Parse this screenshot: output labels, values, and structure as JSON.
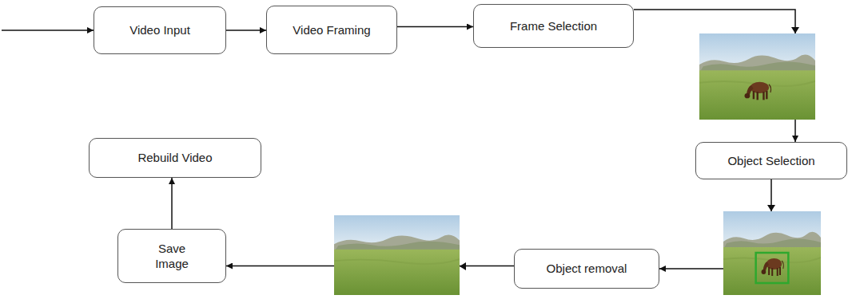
{
  "diagram": {
    "nodes": [
      {
        "text": [
          "Video Input"
        ]
      },
      {
        "text": [
          "Video Framing"
        ]
      },
      {
        "text": [
          "Frame Selection"
        ]
      },
      {
        "text": [
          "Object Selection"
        ]
      },
      {
        "text": [
          "Object removal"
        ]
      },
      {
        "text": [
          "Save Image"
        ]
      },
      {
        "text": [
          "Rebuild Video"
        ]
      }
    ],
    "edges": [
      {
        "from": 0,
        "to": 1,
        "arrow": "to"
      },
      {
        "from": 1,
        "to": 2,
        "arrow": "to"
      },
      {
        "from": 2,
        "to": 3,
        "arrow": "to"
      },
      {
        "from": 3,
        "to": 4,
        "arrow": "to"
      },
      {
        "from": 4,
        "to": 5,
        "arrow": "to"
      },
      {
        "from": 5,
        "to": 6,
        "arrow": "to"
      }
    ]
  }
}
